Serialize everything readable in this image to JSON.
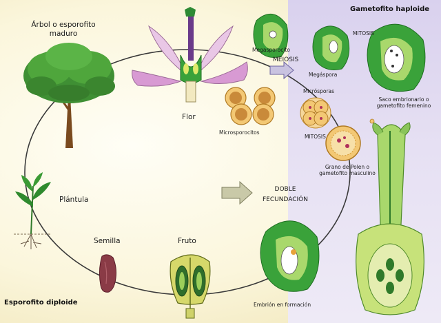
{
  "colors": {
    "leaf_green": "#2f9a3a",
    "light_green": "#a9d86c",
    "pollen_orange": "#f2c35e",
    "cycle_line": "#3a3a3a",
    "haploid_bg": "#ddd6f0",
    "arrow_fill": "#c9c9a8"
  },
  "labels": {
    "tree": "Árbol o esporofito maduro",
    "flower": "Flor",
    "megasporocyte": "Megasporocito",
    "meiosis": "MEIOSIS",
    "megaspore": "Megáspora",
    "mitosis_top": "MITOSIS",
    "embryo_sac": "Saco embrionario o gametofito femenino",
    "microsporocytes": "Microsporocitos",
    "microspores": "Micrósporas",
    "mitosis_mid": "MITOSIS",
    "pollen": "Grano de Polen o gametofito masculino",
    "double_fert": "DOBLE FECUNDACIÓN",
    "seedling": "Plántula",
    "seed": "Semilla",
    "fruit": "Fruto",
    "embryo": "Embrión en formación"
  },
  "titles": {
    "haploid": "Gametofito haploide",
    "diploid": "Esporofito diploide"
  }
}
